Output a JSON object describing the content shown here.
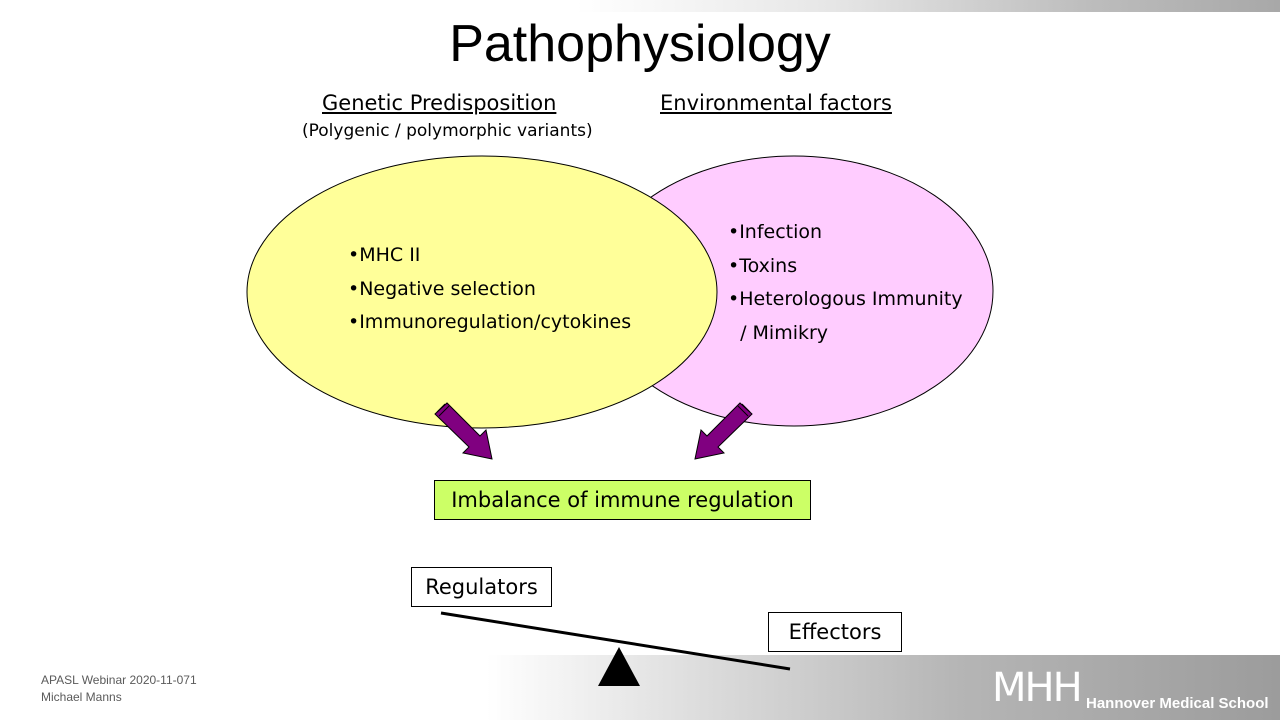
{
  "title": "Pathophysiology",
  "genetic": {
    "heading": "Genetic Predisposition",
    "subheading": "(Polygenic / polymorphic variants)",
    "items": [
      "•MHC II",
      "•Negative selection",
      "•Immunoregulation/cytokines"
    ],
    "fill_color": "#ffff99"
  },
  "environmental": {
    "heading": "Environmental factors",
    "items": [
      "•Infection",
      "•Toxins",
      "•Heterologous Immunity",
      "  / Mimikry"
    ],
    "fill_color": "#ffccff"
  },
  "result_box": {
    "label": "Imbalance of immune regulation",
    "fill_color": "#ccff66"
  },
  "balance": {
    "left_label": "Regulators",
    "right_label": "Effectors"
  },
  "arrow_color": "#800080",
  "footer": {
    "line1": "APASL Webinar 2020-11-071",
    "line2": "Michael Manns"
  },
  "logo": {
    "mark": "MHH",
    "text": "Hannover Medical School"
  }
}
